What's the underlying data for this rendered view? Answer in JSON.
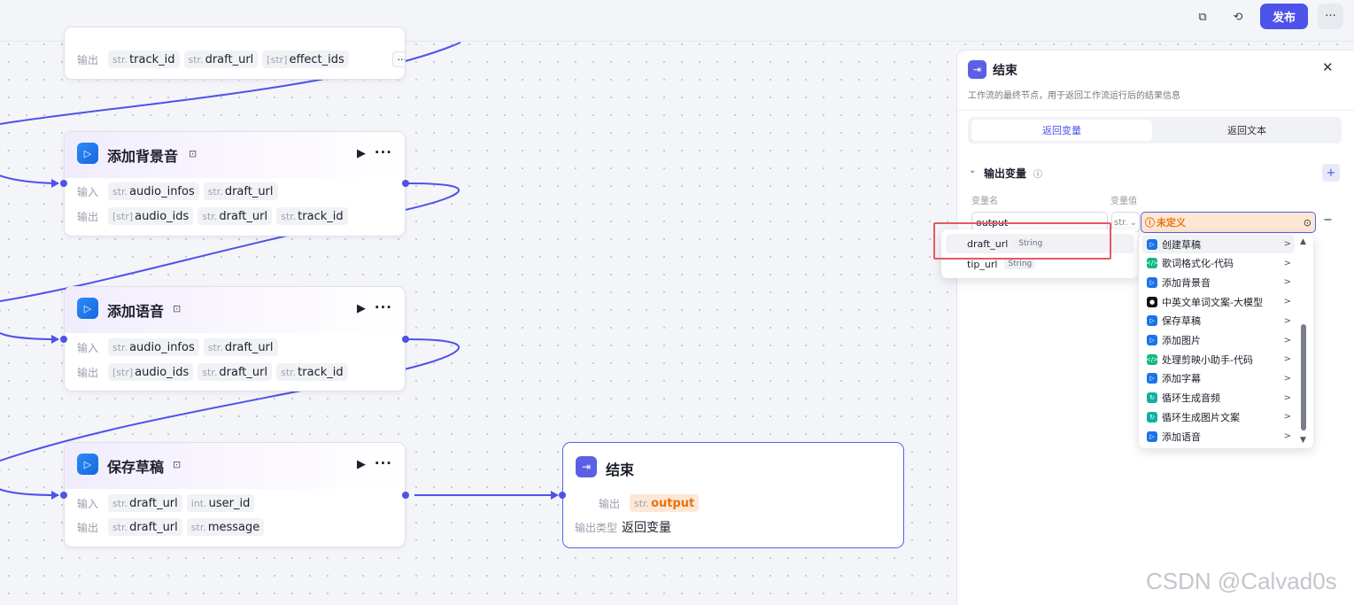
{
  "topbar": {
    "copy_icon": "copy-icon",
    "history_icon": "history-icon",
    "publish_label": "发布",
    "more_label": "···"
  },
  "colors": {
    "accent": "#4d53e8",
    "canvas_bg": "#f4f5f9",
    "undefined_orange": "#e8730f",
    "highlight_red": "#e35a63"
  },
  "labels": {
    "input": "输入",
    "output": "输出",
    "output_type": "输出类型"
  },
  "nodes": {
    "top": {
      "outputs": [
        {
          "type": "str.",
          "name": "track_id"
        },
        {
          "type": "str.",
          "name": "draft_url"
        },
        {
          "type": "[str]",
          "name": "effect_ids"
        }
      ],
      "overflow": "···"
    },
    "bgm": {
      "title": "添加背景音",
      "inputs": [
        {
          "type": "str.",
          "name": "audio_infos"
        },
        {
          "type": "str.",
          "name": "draft_url"
        }
      ],
      "outputs": [
        {
          "type": "[str]",
          "name": "audio_ids"
        },
        {
          "type": "str.",
          "name": "draft_url"
        },
        {
          "type": "str.",
          "name": "track_id"
        }
      ]
    },
    "voice": {
      "title": "添加语音",
      "inputs": [
        {
          "type": "str.",
          "name": "audio_infos"
        },
        {
          "type": "str.",
          "name": "draft_url"
        }
      ],
      "outputs": [
        {
          "type": "[str]",
          "name": "audio_ids"
        },
        {
          "type": "str.",
          "name": "draft_url"
        },
        {
          "type": "str.",
          "name": "track_id"
        }
      ]
    },
    "save": {
      "title": "保存草稿",
      "inputs": [
        {
          "type": "str.",
          "name": "draft_url"
        },
        {
          "type": "int.",
          "name": "user_id"
        }
      ],
      "outputs": [
        {
          "type": "str.",
          "name": "draft_url"
        },
        {
          "type": "str.",
          "name": "message"
        }
      ]
    },
    "end": {
      "title": "结束",
      "output": {
        "type": "str.",
        "name": "output"
      },
      "output_type_value": "返回变量"
    }
  },
  "panel": {
    "title": "结束",
    "description": "工作流的最终节点，用于返回工作流运行后的结果信息",
    "tabs": [
      "返回变量",
      "返回文本"
    ],
    "section_title": "输出变量",
    "col_name": "变量名",
    "col_value": "变量值",
    "var_name": "output",
    "type_short": "str.",
    "value_text": "未定义",
    "close": "✕",
    "add": "+",
    "remove": "−"
  },
  "dropdown_left": [
    {
      "name": "draft_url",
      "type": "String"
    },
    {
      "name": "tip_url",
      "type": "String"
    }
  ],
  "dropdown_right": [
    {
      "label": "创建草稿",
      "icon": "plugin",
      "color": "#1a73e8"
    },
    {
      "label": "歌词格式化-代码",
      "icon": "code",
      "color": "#12b886"
    },
    {
      "label": "添加背景音",
      "icon": "plugin",
      "color": "#1a73e8"
    },
    {
      "label": "中英文单词文案-大模型",
      "icon": "llm",
      "color": "#111111"
    },
    {
      "label": "保存草稿",
      "icon": "plugin",
      "color": "#1a73e8"
    },
    {
      "label": "添加图片",
      "icon": "plugin",
      "color": "#1a73e8"
    },
    {
      "label": "处理剪映小助手-代码",
      "icon": "code",
      "color": "#12b886"
    },
    {
      "label": "添加字幕",
      "icon": "plugin",
      "color": "#1a73e8"
    },
    {
      "label": "循环生成音频",
      "icon": "loop",
      "color": "#12b0a0"
    },
    {
      "label": "循环生成图片文案",
      "icon": "loop",
      "color": "#12b0a0"
    },
    {
      "label": "添加语音",
      "icon": "plugin",
      "color": "#1a73e8"
    }
  ],
  "watermark": "CSDN @Calvad0s"
}
